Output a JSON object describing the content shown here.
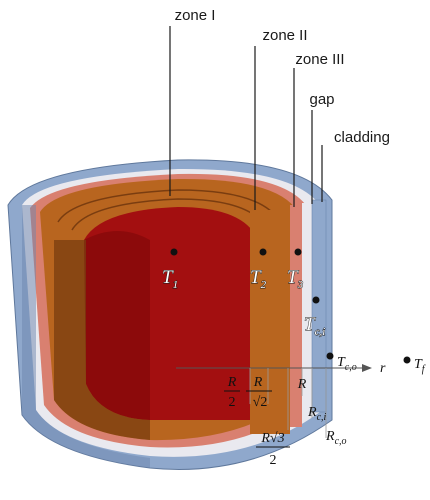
{
  "zones": {
    "zone1": "zone I",
    "zone2": "zone II",
    "zone3": "zone III",
    "gap": "gap",
    "cladding": "cladding"
  },
  "temperatures": {
    "t1": {
      "symbol": "T",
      "sub": "1"
    },
    "t2": {
      "symbol": "T",
      "sub": "2"
    },
    "t3": {
      "symbol": "T",
      "sub": "3"
    },
    "tci": {
      "symbol": "T",
      "sub": "c,i"
    },
    "tco": {
      "symbol": "T",
      "sub": "c,o"
    },
    "tf": {
      "symbol": "T",
      "sub": "f"
    }
  },
  "axis": {
    "label": "r"
  },
  "radii": {
    "r_half_num": "R",
    "r_half_den": "2",
    "r_sqrt2_num": "R",
    "r_sqrt2_den": "√2",
    "r_sqrt3_num": "R√3",
    "r_sqrt3_den": "2",
    "r_full": "R",
    "r_ci_main": "R",
    "r_ci_sub": "c,i",
    "r_co_main": "R",
    "r_co_sub": "c,o"
  },
  "colors": {
    "zone1": "#a30f10",
    "zone1_dark": "#6e0606",
    "zone2": "#b8651f",
    "zone2_dark": "#7a3d10",
    "zone3": "#d98070",
    "gap": "#e8e8ec",
    "cladding": "#8fa8cc",
    "cladding_dark": "#6d86ad"
  }
}
